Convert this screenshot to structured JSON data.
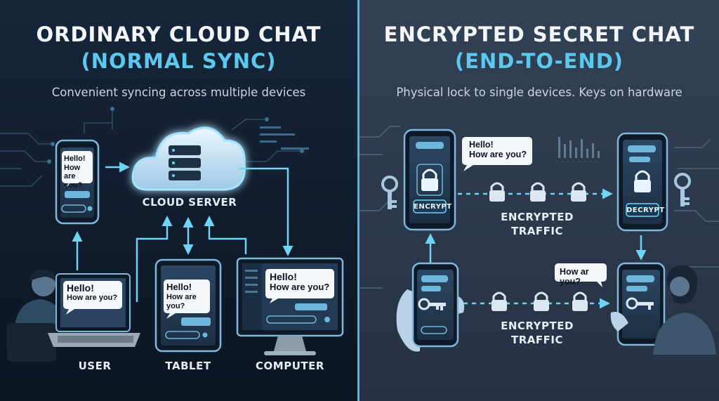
{
  "left_panel": {
    "title": "ORDINARY CLOUD CHAT",
    "subtitle": "(NORMAL SYNC)",
    "caption": "Convenient syncing across multiple devices",
    "phone_bubble_1": "Hello!",
    "phone_bubble_2": "How are you?",
    "cloud_label": "CLOUD SERVER",
    "laptop_bubble_1": "Hello!",
    "laptop_bubble_2": "How are you?",
    "tablet_bubble_1": "Hello!",
    "tablet_bubble_2": "How are you?",
    "computer_bubble_1": "Hello!",
    "computer_bubble_2": "How are you?",
    "user_label": "USER",
    "tablet_label": "TABLET",
    "computer_label": "COMPUTER"
  },
  "right_panel": {
    "title": "ENCRYPTED SECRET CHAT",
    "subtitle": "(END-TO-END)",
    "caption": "Physical lock to single devices. Keys on hardware",
    "bubble_1": "Hello!",
    "bubble_2": "How are you?",
    "encrypt_label": "ENCRYPT",
    "decrypt_label": "DECRYPT",
    "traffic_label_top_1": "ENCRYPTED",
    "traffic_label_top_2": "TRAFFIC",
    "reply_bubble": "How ar you?",
    "traffic_label_bottom_1": "ENCRYPTED",
    "traffic_label_bottom_2": "TRAFFIC"
  },
  "colors": {
    "left_bg": "#132032",
    "right_bg": "#2c3a4c",
    "accent": "#5bc8ef",
    "divider": "#4fb6e6"
  },
  "icons": [
    "cloud-server-icon",
    "padlock-icon",
    "key-icon",
    "phone-icon",
    "tablet-icon",
    "laptop-icon",
    "monitor-icon",
    "person-icon",
    "hand-icon"
  ]
}
